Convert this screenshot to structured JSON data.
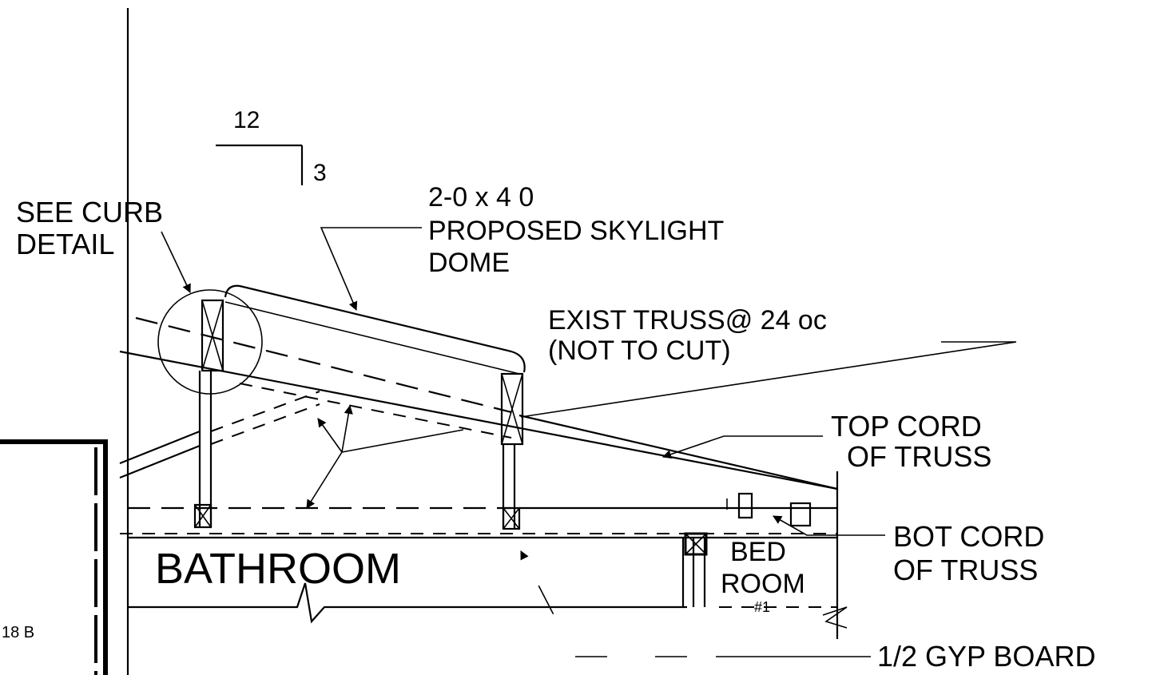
{
  "labels": {
    "slope_run": "12",
    "slope_rise": "3",
    "curb_line1": "SEE CURB",
    "curb_line2": "DETAIL",
    "skylight_line1": "2-0 x 4 0",
    "skylight_line2": "PROPOSED  SKYLIGHT",
    "skylight_line3": "DOME",
    "truss_line1": "EXIST  TRUSS@ 24 oc",
    "truss_line2": "(NOT TO CUT)",
    "top_cord_line1": "TOP CORD",
    "top_cord_line2": "OF TRUSS",
    "bathroom": "BATHROOM",
    "bedroom_line1": "BED",
    "bedroom_line2": "ROOM",
    "bedroom_number": "#1",
    "bot_cord_line1": "BOT CORD",
    "bot_cord_line2": "OF TRUSS",
    "gyp_board": "1/2 GYP BOARD",
    "edge_note": "18 B"
  }
}
